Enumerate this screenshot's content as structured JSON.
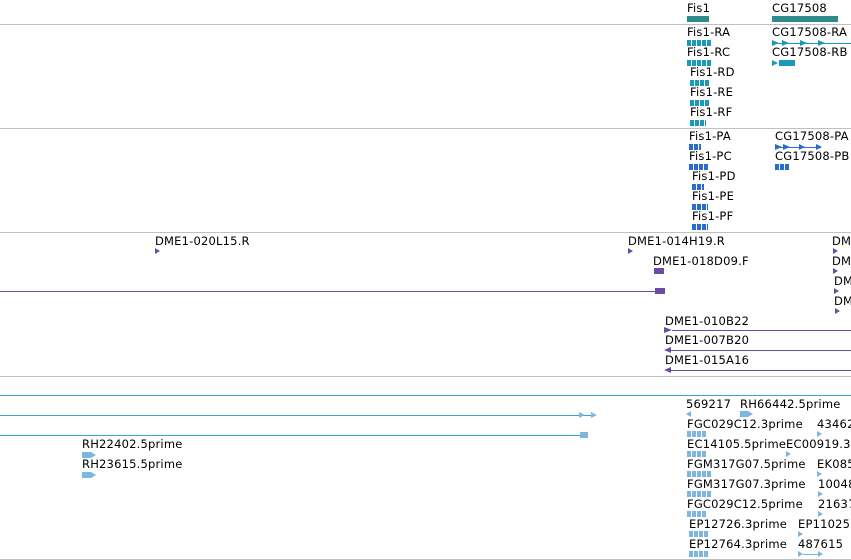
{
  "colors": {
    "gene": "#2e8b8b",
    "transcript_rna": "#1a9ab8",
    "transcript_pep": "#2a6ccc",
    "clone": "#6a4ca6",
    "est": "#7ab8e0",
    "est_line": "#3aa3c8",
    "separator": "#c0c0c0"
  },
  "genes": {
    "fis1": "Fis1",
    "cg17508": "CG17508"
  },
  "rna": {
    "ra": "Fis1-RA",
    "rc": "Fis1-RC",
    "rd": "Fis1-RD",
    "re": "Fis1-RE",
    "rf": "Fis1-RF",
    "cg_ra": "CG17508-RA",
    "cg_rb": "CG17508-RB"
  },
  "pep": {
    "pa": "Fis1-PA",
    "pc": "Fis1-PC",
    "pd": "Fis1-PD",
    "pe": "Fis1-PE",
    "pf": "Fis1-PF",
    "cg_pa": "CG17508-PA",
    "cg_pb": "CG17508-PB"
  },
  "clones": {
    "c1": "DME1-020L15.R",
    "c2": "DME1-014H19.R",
    "c3": "DME1-018D09.F",
    "c4": "DME1-010B22",
    "c5": "DME1-007B20",
    "c6": "DME1-015A16",
    "dm": "DM"
  },
  "ests": {
    "e1": "569217",
    "e2": "RH66442.5prime",
    "e3": "FGC029C12.3prime",
    "e4": "43462",
    "e5": "EC14105.5prime",
    "e6": "EC00919.3",
    "e7": "FGM317G07.5prime",
    "e8": "EK085",
    "e9": "FGM317G07.3prime",
    "e10": "10048",
    "e11": "FGC029C12.5prime",
    "e12": "21637",
    "e13": "EP12726.3prime",
    "e14": "EP11025",
    "e15": "EP12764.3prime",
    "e16": "487615",
    "e17": "RH22402.5prime",
    "e18": "RH23615.5prime"
  }
}
